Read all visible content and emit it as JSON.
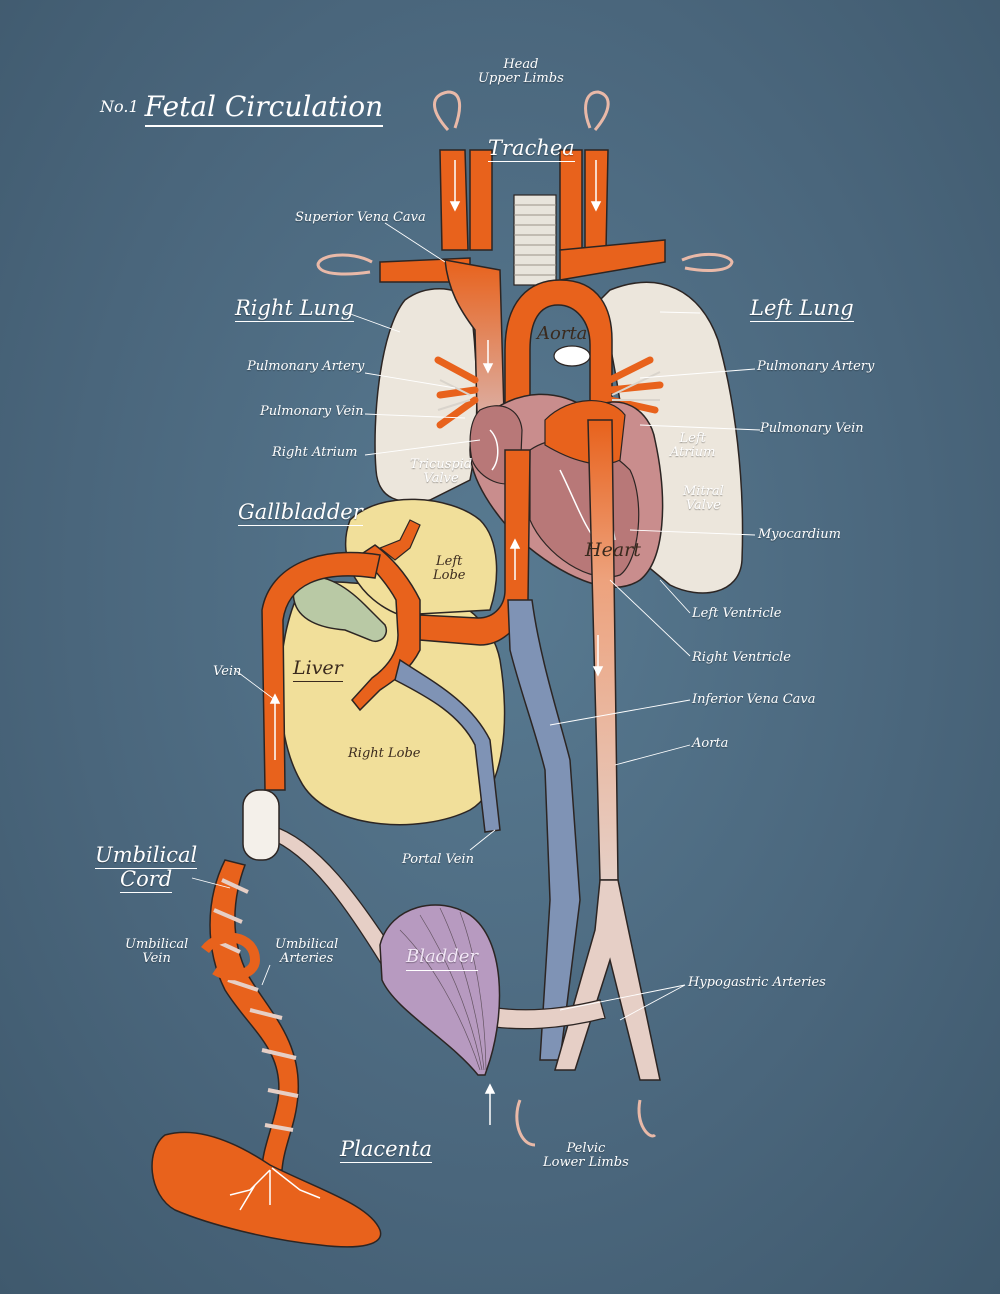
{
  "title": {
    "number": "No.1",
    "text": "Fetal Circulation"
  },
  "labels": {
    "head_upper_limbs": [
      "Head",
      "Upper Limbs"
    ],
    "trachea": "Trachea",
    "superior_vena_cava": "Superior Vena Cava",
    "right_lung": "Right Lung",
    "left_lung": "Left Lung",
    "aorta_top": "Aorta",
    "pulmonary_artery_right": "Pulmonary Artery",
    "pulmonary_artery_left": "Pulmonary Artery",
    "pulmonary_vein_right": "Pulmonary Vein",
    "pulmonary_vein_left": "Pulmonary Vein",
    "right_atrium": "Right Atrium",
    "left_atrium": [
      "Left",
      "Atrium"
    ],
    "tricuspid_valve": [
      "Tricuspid",
      "Valve"
    ],
    "mitral_valve": [
      "Mitral",
      "Valve"
    ],
    "myocardium": "Myocardium",
    "heart": "Heart",
    "gallbladder": "Gallbladder",
    "left_lobe": [
      "Left",
      "Lobe"
    ],
    "liver": "Liver",
    "right_lobe": "Right Lobe",
    "vein": "Vein",
    "left_ventricle": "Left Ventricle",
    "right_ventricle": "Right Ventricle",
    "inferior_vena_cava": "Inferior Vena Cava",
    "aorta_lower": "Aorta",
    "portal_vein": "Portal Vein",
    "umbilical_cord": [
      "Umbilical",
      "Cord"
    ],
    "umbilical_vein": [
      "Umbilical",
      "Vein"
    ],
    "umbilical_arteries": [
      "Umbilical",
      "Arteries"
    ],
    "bladder": "Bladder",
    "hypogastric_arteries": "Hypogastric Arteries",
    "placenta": "Placenta",
    "pelvic_lower_limbs": [
      "Pelvic",
      "Lower Limbs"
    ]
  },
  "colors": {
    "background": "#4d6a80",
    "artery": "#e8621c",
    "vein_blue": "#7f93b5",
    "mixed": "#e9c9c0",
    "lung": "#ece6dc",
    "liver": "#f1df9a",
    "heart": "#c98d8d",
    "bladder": "#b79ac0",
    "gallbladder": "#b9c9a5",
    "outline": "#2c2523"
  }
}
